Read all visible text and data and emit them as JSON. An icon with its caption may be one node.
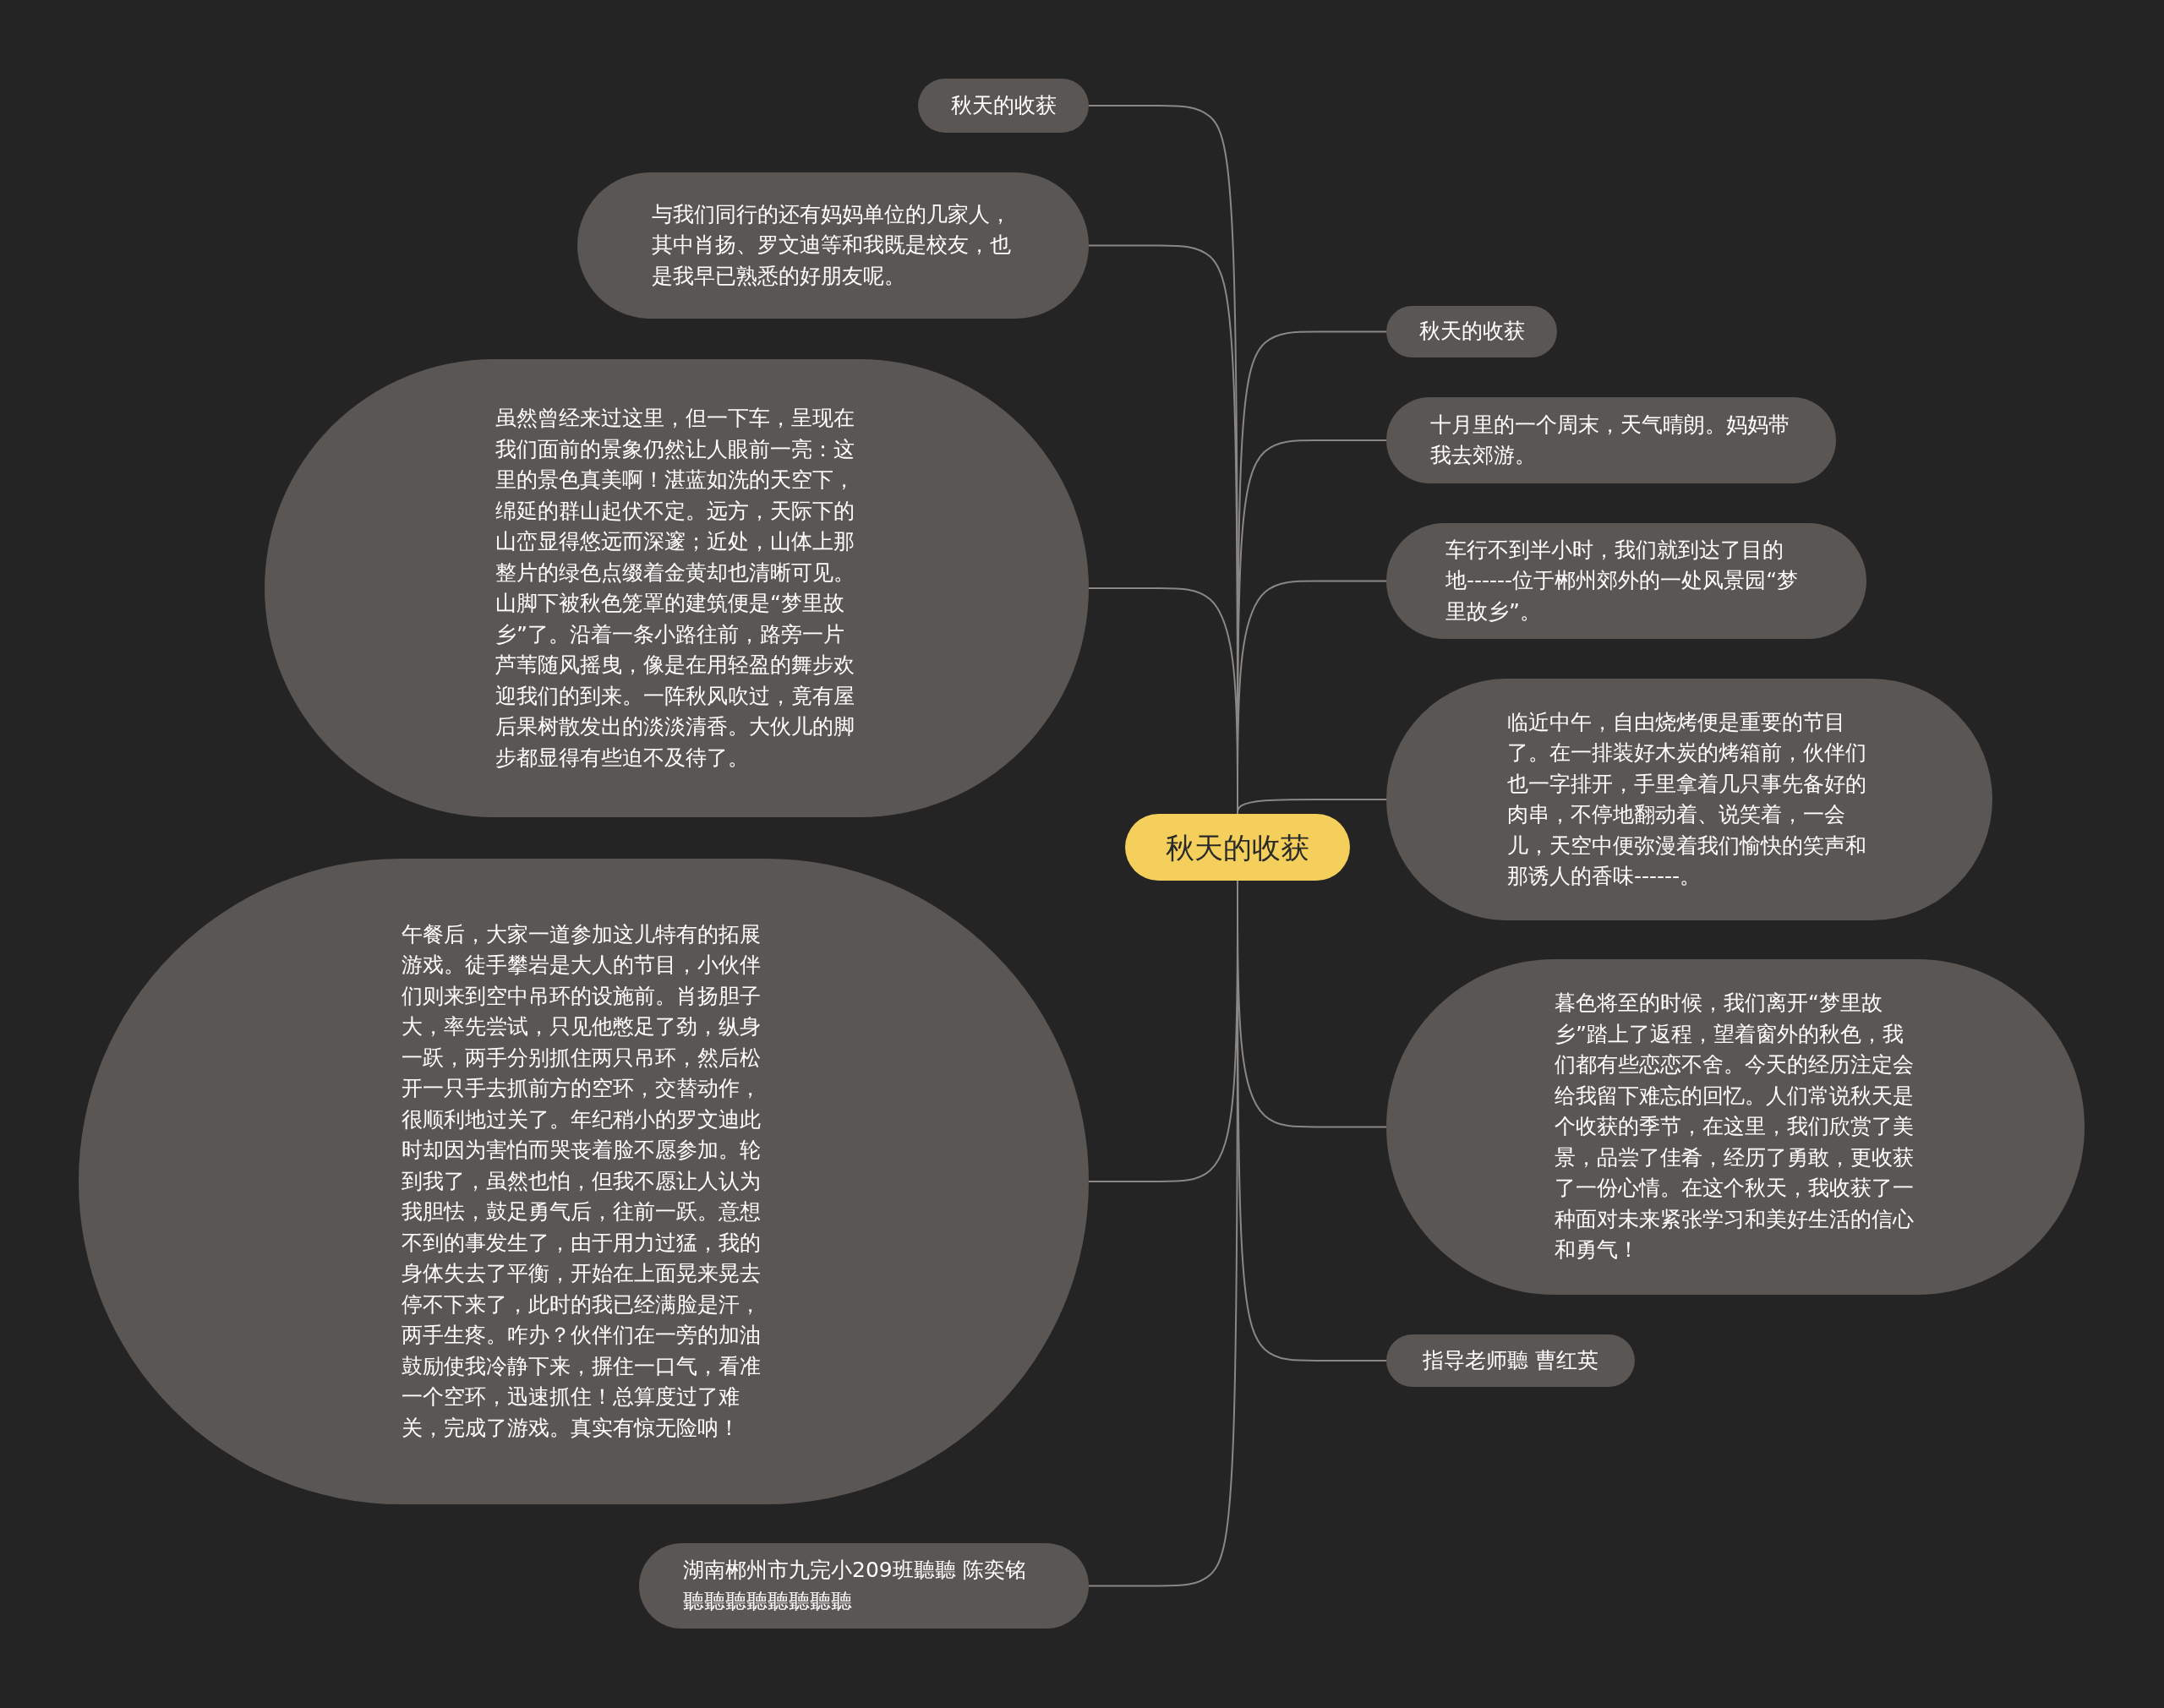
{
  "diagram": {
    "nodes": [
      {
        "text": [
          "秋天的收获"
        ]
      },
      {
        "text": [
          "秋天的收获"
        ]
      },
      {
        "text": [
          "与我们同行的还有妈妈单位的几家人，其中肖扬、罗文迪等和我既是校友，也是我早已熟悉的好朋友呢。"
        ]
      },
      {
        "text": [
          "虽然曾经来过这里，但一下车，呈现在我们面前的景象仍然让人眼前一亮：这里的景色真美啊！湛蓝如洗的天空下，绵延的群山起伏不定。远方，天际下的山峦显得悠远而深邃；近处，山体上那整片的绿色点缀着金黄却也清晰可见。山脚下被秋色笼罩的建筑便是“梦里故乡”了。沿着一条小路往前，路旁一片芦苇随风摇曳，像是在用轻盈的舞步欢迎我们的到来。一阵秋风吹过，竟有屋后果树散发出的淡淡清香。大伙儿的脚步都显得有些迫不及待了。"
        ]
      },
      {
        "text": [
          "午餐后，大家一道参加这儿特有的拓展游戏。徒手攀岩是大人的节目，小伙伴们则来到空中吊环的设施前。肖扬胆子大，率先尝试，只见他憋足了劲，纵身一跃，两手分别抓住两只吊环，然后松开一只手去抓前方的空环，交替动作，很顺利地过关了。年纪稍小的罗文迪此时却因为害怕而哭丧着脸不愿参加。轮到我了，虽然也怕，但我不愿让人认为我胆怯，鼓足勇气后，往前一跃。意想不到的事发生了，由于用力过猛，我的身体失去了平衡，开始在上面晃来晃去停不下来了，此时的我已经满脸是汗，两手生疼。咋办？伙伴们在一旁的加油鼓励使我冷静下来，摒住一口气，看准一个空环，迅速抓住！总算度过了难关，完成了游戏。真实有惊无险呐！"
        ]
      },
      {
        "text": [
          "湖南郴州市九完小209班聽聽 陈奕铭聽聽聽聽聽聽聽聽"
        ]
      },
      {
        "text": [
          "秋天的收获"
        ]
      },
      {
        "text": [
          "十月里的一个周末，天气晴朗。妈妈带我去郊游。"
        ]
      },
      {
        "text": [
          "车行不到半小时，我们就到达了目的地------位于郴州郊外的一处风景园“梦里故乡”。"
        ]
      },
      {
        "text": [
          "临近中午，自由烧烤便是重要的节目了。在一排装好木炭的烤箱前，伙伴们也一字排开，手里拿着几只事先备好的肉串，不停地翻动着、说笑着，一会儿，天空中便弥漫着我们愉快的笑声和那诱人的香味------。"
        ]
      },
      {
        "text": [
          "暮色将至的时候，我们离开“梦里故乡”踏上了返程，望着窗外的秋色，我们都有些恋恋不舍。今天的经历注定会给我留下难忘的回忆。人们常说秋天是个收获的季节，在这里，我们欣赏了美景，品尝了佳肴，经历了勇敢，更收获了一份心情。在这个秋天，我收获了一种面对未来紧张学习和美好生活的信心和勇气！"
        ]
      },
      {
        "text": [
          "指导老师聽 曹红英"
        ]
      }
    ],
    "edges": [
      {
        "from": 0,
        "to": 1,
        "arrow": "none"
      },
      {
        "from": 0,
        "to": 2,
        "arrow": "none"
      },
      {
        "from": 0,
        "to": 3,
        "arrow": "none"
      },
      {
        "from": 0,
        "to": 4,
        "arrow": "none"
      },
      {
        "from": 0,
        "to": 5,
        "arrow": "none"
      },
      {
        "from": 0,
        "to": 6,
        "arrow": "none"
      },
      {
        "from": 0,
        "to": 7,
        "arrow": "none"
      },
      {
        "from": 0,
        "to": 8,
        "arrow": "none"
      },
      {
        "from": 0,
        "to": 9,
        "arrow": "none"
      },
      {
        "from": 0,
        "to": 10,
        "arrow": "none"
      },
      {
        "from": 0,
        "to": 11,
        "arrow": "none"
      }
    ]
  }
}
